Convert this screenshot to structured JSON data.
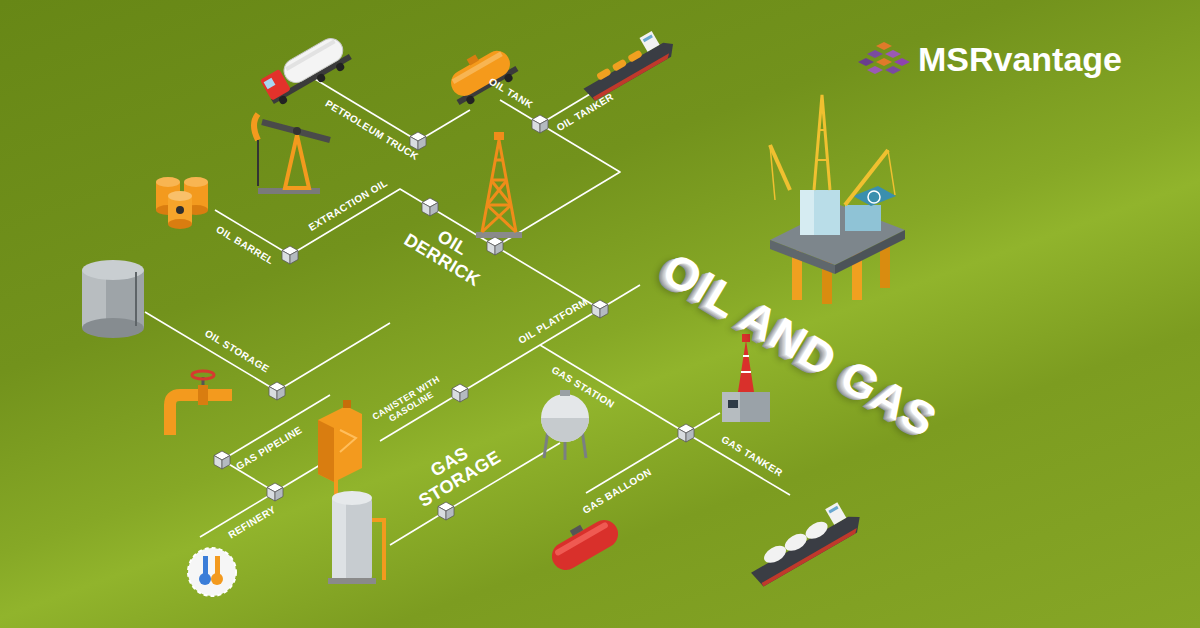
{
  "diagram": {
    "title": "OIL AND GAS",
    "labels": [
      "MSRvantage",
      "PETROLEUM TRUCK",
      "OIL TANK",
      "OIL TANKER",
      "EXTRACTION OIL",
      "OIL DERRICK",
      "OIL BARREL",
      "OIL PLATFORM",
      "OIL STORAGE",
      "CANISTER WITH GASOLINE",
      "GAS STATION",
      "GAS PIPELINE",
      "GAS STORAGE",
      "GAS TANKER",
      "GAS BALLOON",
      "REFINERY"
    ]
  }
}
